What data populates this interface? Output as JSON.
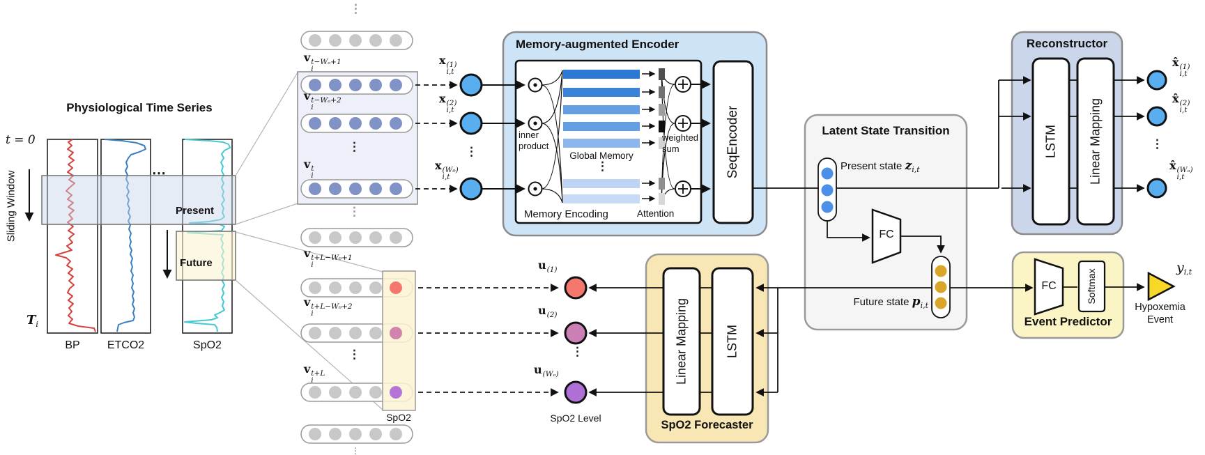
{
  "left_panel": {
    "title": "Physiological Time Series",
    "t_start": "t = 0",
    "t_end": {
      "base": "T",
      "sub": "i"
    },
    "sliding_window": "Sliding Window",
    "present": "Present",
    "future": "Future",
    "dots_h": "⋯",
    "series": [
      {
        "name": "BP",
        "color": "#d6403c"
      },
      {
        "name": "ETCO2",
        "color": "#3a7fc2"
      },
      {
        "name": "SpO2",
        "color": "#45c8d2"
      }
    ]
  },
  "stacks": {
    "present_labels": [
      {
        "base": "v",
        "sub": "i",
        "sup": "t−Wₒ+1"
      },
      {
        "base": "v",
        "sub": "i",
        "sup": "t−Wₒ+2"
      },
      {
        "base": "v",
        "sub": "i",
        "sup": "t"
      }
    ],
    "future_labels": [
      {
        "base": "v",
        "sub": "i",
        "sup": "t+L−W₀+1"
      },
      {
        "base": "v",
        "sub": "i",
        "sup": "t+L−W₀+2"
      },
      {
        "base": "v",
        "sub": "i",
        "sup": "t+L"
      }
    ],
    "spo2_strip_label": "SpO2",
    "dots": "⋮",
    "circle_colors": {
      "present": "#8092c6",
      "past": "#c8c8c8",
      "future_spo2": [
        "#f4776e",
        "#d183ae",
        "#b675d6"
      ]
    }
  },
  "inputs": {
    "labels": [
      {
        "base": "x",
        "sub": "i,t",
        "sup": "(1)"
      },
      {
        "base": "x",
        "sub": "i,t",
        "sup": "(2)"
      },
      {
        "base": "x",
        "sub": "i,t",
        "sup": "(W₀)"
      }
    ],
    "dots": "⋮",
    "circle_color": "#58aeee"
  },
  "encoder": {
    "title": "Memory-augmented Encoder",
    "memory_encoding": "Memory Encoding",
    "inner_product": "inner product",
    "global_memory": "Global Memory",
    "attention": "Attention",
    "weighted_sum": "weighted sum",
    "seq_encoder": "SeqEncoder",
    "dots": "⋮",
    "memory_bar_colors": [
      "#2b79d4",
      "#3b83d8",
      "#659fe3",
      "#659fe3",
      "#8cb6ec",
      "#bdd4f4",
      "#c6daf6"
    ],
    "attention_bar_colors": [
      "#4e4e4e",
      "#707070",
      "#9e9e9e",
      "#0f0f0f",
      "#d3d3d3",
      "#8e8e8e",
      "#d8d8d8"
    ]
  },
  "latent": {
    "title": "Latent State Transition",
    "present_state": {
      "text": "Present state ",
      "var": "z",
      "sub": "i,t"
    },
    "fc": "FC",
    "future_state": {
      "text": "Future state ",
      "var": "p",
      "sub": "i,t"
    },
    "state_colors": {
      "present": "#4a90e8",
      "future": "#d9a62a"
    }
  },
  "reconstructor": {
    "title": "Reconstructor",
    "lstm": "LSTM",
    "linear_mapping": "Linear Mapping",
    "outputs": [
      {
        "base": "x̂",
        "sub": "i,t",
        "sup": "(1)"
      },
      {
        "base": "x̂",
        "sub": "i,t",
        "sup": "(2)"
      },
      {
        "base": "x̂",
        "sub": "i,t",
        "sup": "(Wₒ)"
      }
    ],
    "dots": "⋮",
    "circle_color": "#58aeee"
  },
  "forecaster": {
    "title": "SpO2 Forecaster",
    "linear_mapping": "Linear Mapping",
    "lstm": "LSTM",
    "outputs": [
      {
        "base": "u",
        "sub": "",
        "sup": "(1)"
      },
      {
        "base": "u",
        "sub": "",
        "sup": "(2)"
      },
      {
        "base": "u",
        "sub": "",
        "sup": "(Wₒ)"
      }
    ],
    "dots": "⋮",
    "caption": "SpO2 Level",
    "output_colors": [
      "#f4776e",
      "#cb80b5",
      "#ae6fd6"
    ]
  },
  "event_predictor": {
    "title": "Event Predictor",
    "fc": "FC",
    "softmax": "Softmax",
    "output": {
      "var": "y",
      "sub": "i,t"
    },
    "caption_line1": "Hypoxemia",
    "caption_line2": "Event",
    "triangle_color": "#f8d826"
  }
}
